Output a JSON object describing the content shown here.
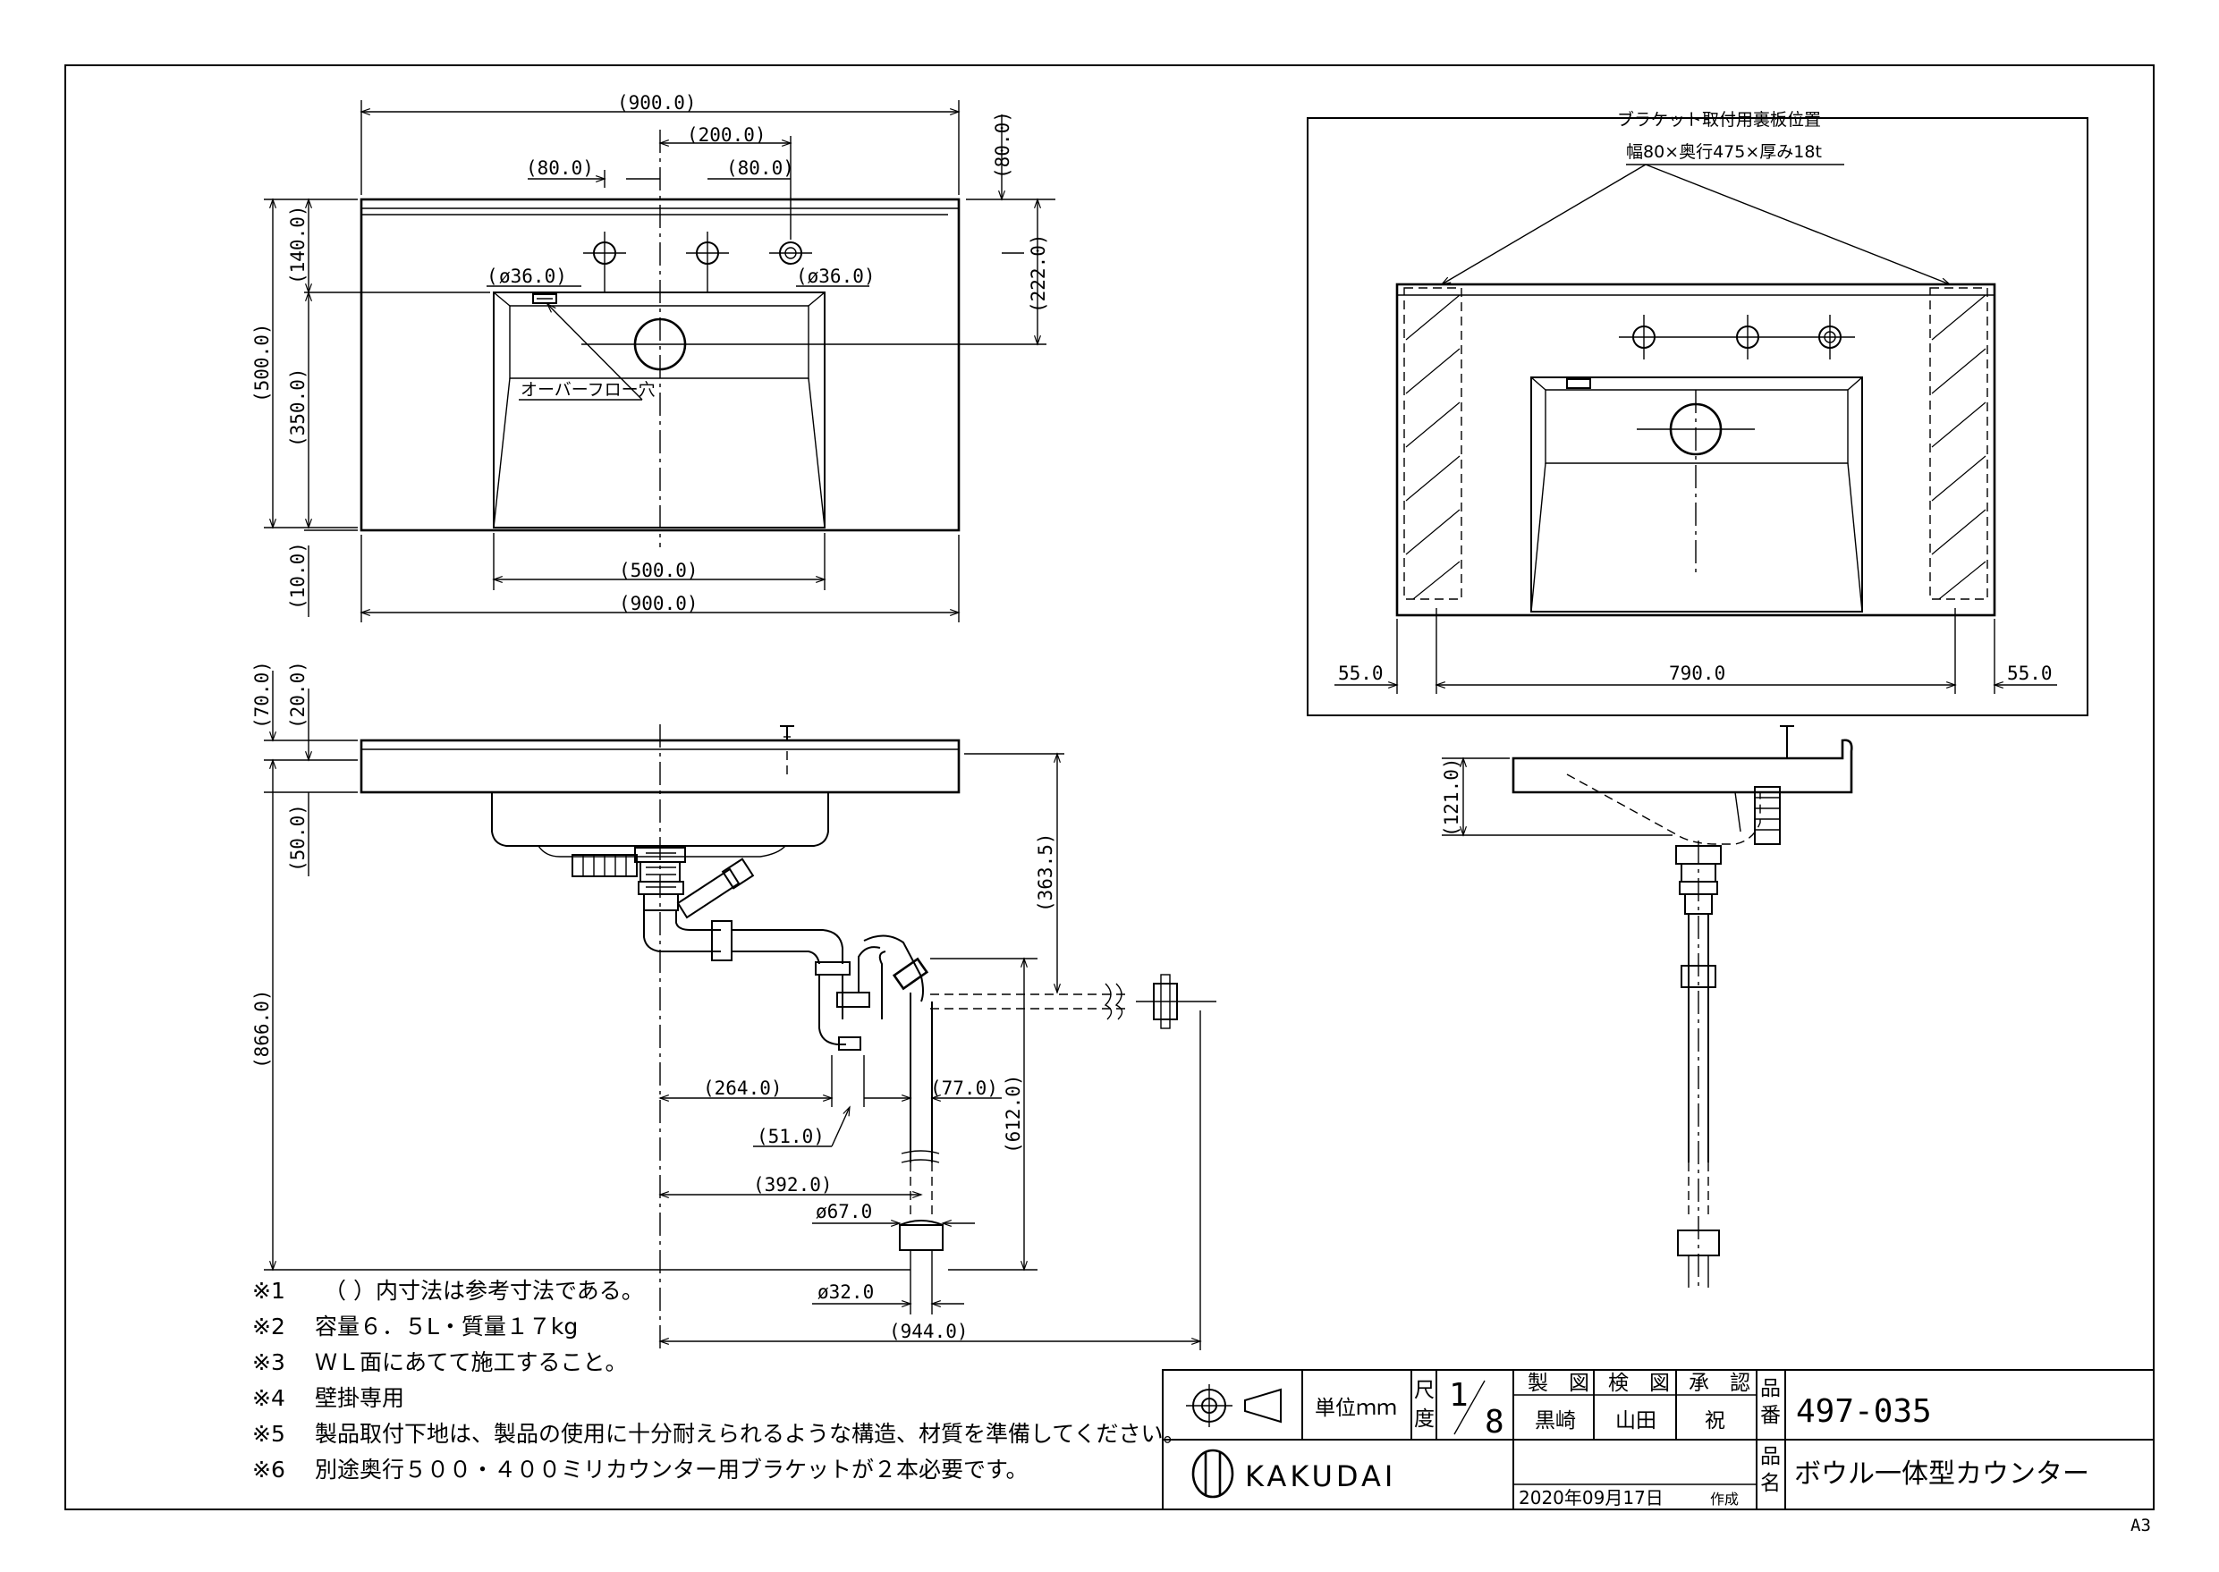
{
  "top_view": {
    "dims": {
      "overall_width_top": "(900.0)",
      "faucet_spacing": "(200.0)",
      "left_offset": "(80.0)",
      "right_offset": "(80.0)",
      "back_80": "(80.0)",
      "height_222": "(222.0)",
      "hole_left": "ø36.0)",
      "hole_left_prefix": "(",
      "hole_right": "(ø36.0)",
      "depth_140": "(140.0)",
      "depth_500": "(500.0)",
      "depth_350": "(350.0)",
      "depth_10": "(10.0)",
      "bowl_width": "(500.0)",
      "overall_width_bottom": "(900.0)"
    },
    "overflow_label": "オーバーフロー穴"
  },
  "side_view": {
    "dims": {
      "d70": "(70.0)",
      "d20": "(20.0)",
      "d50": "(50.0)",
      "d866": "(866.0)",
      "d363_5": "(363.5)",
      "d612": "(612.0)",
      "d264": "(264.0)",
      "d77": "(77.0)",
      "d51": "(51.0)",
      "d392": "(392.0)",
      "d67": "ø67.0",
      "d32": "ø32.0",
      "d944": "(944.0)"
    }
  },
  "bracket_view": {
    "title": "ブラケット取付用裏板位置",
    "spec": "幅80×奥行475×厚み18t",
    "dim_left": "55.0",
    "dim_center": "790.0",
    "dim_right": "55.0"
  },
  "right_side_view": {
    "dim": "(121.0)"
  },
  "notes": [
    {
      "mark": "※1",
      "text": "（ ）内寸法は参考寸法である。"
    },
    {
      "mark": "※2",
      "text": "容量６．５L・質量１７kg"
    },
    {
      "mark": "※3",
      "text": "ＷＬ面にあてて施工すること。"
    },
    {
      "mark": "※4",
      "text": "壁掛専用"
    },
    {
      "mark": "※5",
      "text": "製品取付下地は、製品の使用に十分耐えられるような構造、材質を準備してください。"
    },
    {
      "mark": "※6",
      "text": "別途奥行５００・４００ミリカウンター用ブラケットが２本必要です。"
    }
  ],
  "title_block": {
    "unit_label": "単位ｍｍ",
    "scale_label_1": "尺",
    "scale_label_2": "度",
    "scale_num": "1",
    "scale_den": "8",
    "drawn_label": "製　図",
    "checked_label": "検　図",
    "approved_label": "承　認",
    "drawn_by": "黒崎",
    "checked_by": "山田",
    "approved_by": "祝",
    "part_no_label_1": "品",
    "part_no_label_2": "番",
    "part_no": "497-035",
    "name_label_1": "品",
    "name_label_2": "名",
    "product_name": "ボウル一体型カウンター",
    "brand": "KAKUDAI",
    "date": "2020年09月17日",
    "date_suffix": "作成",
    "paper_size": "A3"
  }
}
